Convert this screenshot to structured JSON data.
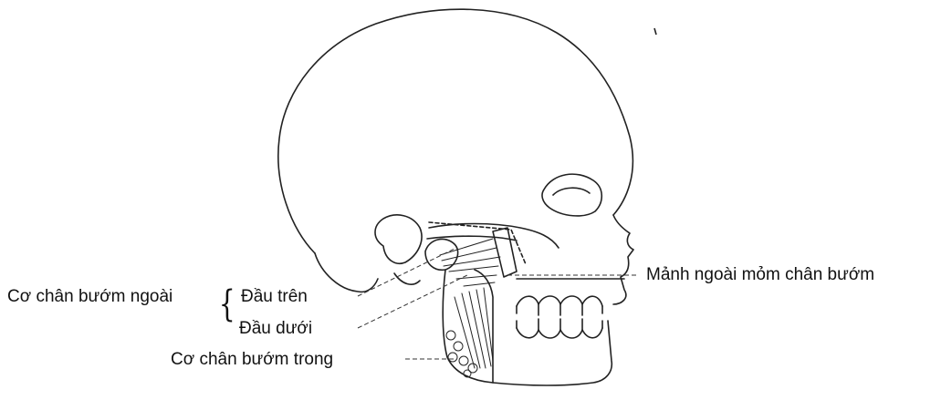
{
  "labels": {
    "lateral_pterygoid": "Cơ chân bướm ngoài",
    "upper_head": "Đầu trên",
    "lower_head": "Đầu dưới",
    "medial_pterygoid": "Cơ chân bướm trong",
    "lateral_plate": "Mảnh ngoài mỏm chân bướm"
  },
  "colors": {
    "ink": "#111111",
    "background": "#ffffff"
  }
}
